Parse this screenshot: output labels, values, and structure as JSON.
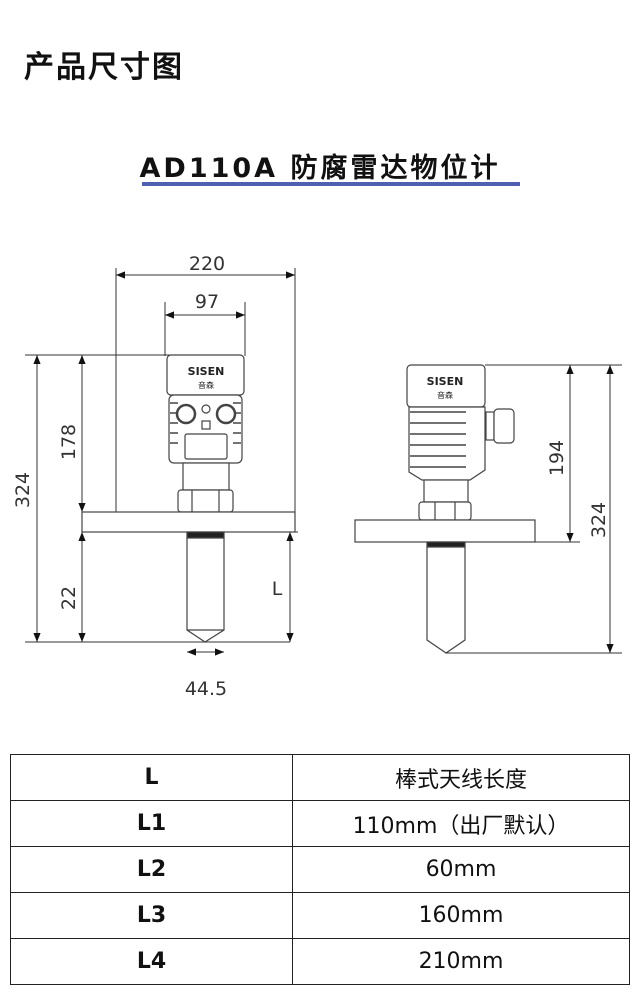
{
  "heading": "产品尺寸图",
  "title": "AD110A  防腐雷达物位计",
  "accent_color": "#5060b0",
  "drawing": {
    "brand": "SISEN",
    "brand_sub": "音森",
    "front_view": {
      "width_total": "220",
      "width_head": "97",
      "height_total": "324",
      "height_head": "178",
      "height_lower": "22",
      "probe_length": "L",
      "probe_diameter": "44.5"
    },
    "side_view": {
      "height_head": "194",
      "height_total": "324"
    }
  },
  "table": {
    "header": [
      "L",
      "棒式天线长度"
    ],
    "rows": [
      [
        "L1",
        "110mm（出厂默认）"
      ],
      [
        "L2",
        "60mm"
      ],
      [
        "L3",
        "160mm"
      ],
      [
        "L4",
        "210mm"
      ]
    ]
  }
}
